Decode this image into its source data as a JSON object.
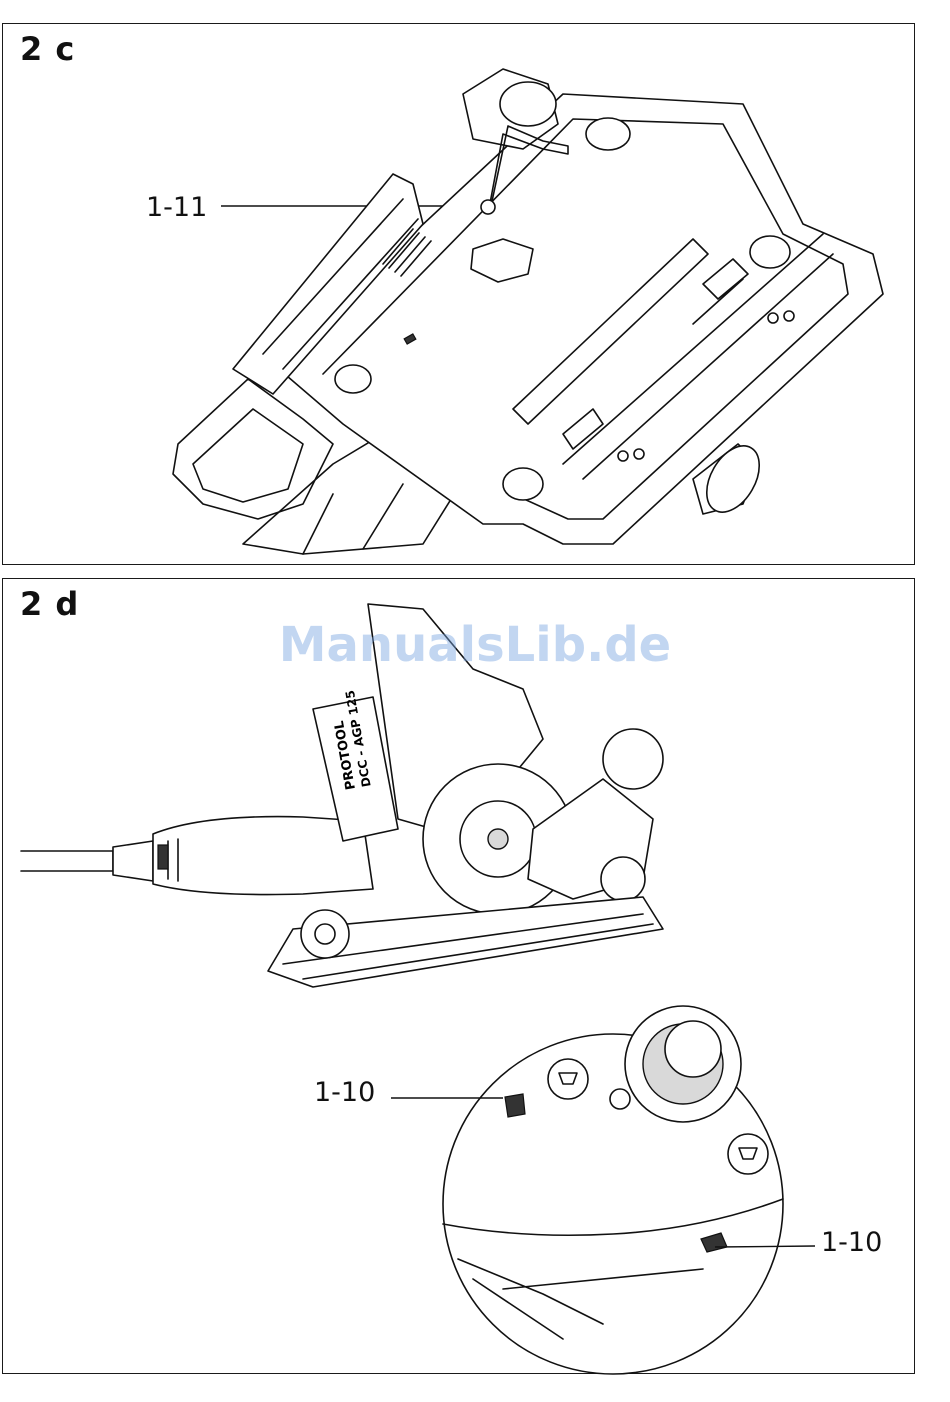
{
  "figures": [
    {
      "id": "c",
      "title": "2 c",
      "callouts": [
        "1-11"
      ]
    },
    {
      "id": "d",
      "title": "2 d",
      "callouts": [
        "1-10",
        "1-10"
      ]
    }
  ],
  "tool_label": {
    "brand": "PROTOOL",
    "model": "DCC - AGP 125"
  },
  "watermark": "ManualsLib.de"
}
